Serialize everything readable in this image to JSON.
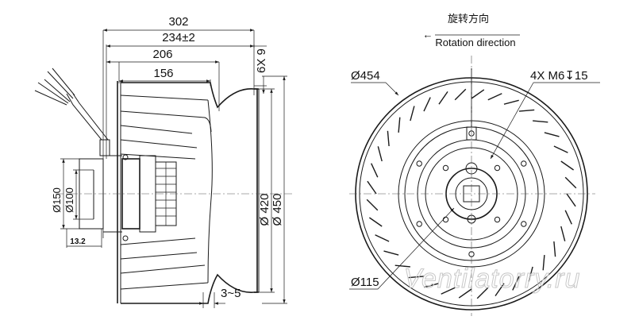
{
  "side_view": {
    "dimensions": {
      "overall_length": "302",
      "housing_length": "234±2",
      "impeller_length": "206",
      "motor_length": "156",
      "mount_holes": "6X 9",
      "diameter_420": "Ø 420",
      "diameter_450": "Ø 450",
      "diameter_150": "Ø150",
      "diameter_100": "Ø100",
      "flange_offset": "13.2",
      "gap": "3~5"
    }
  },
  "front_view": {
    "rotation_label_cn": "旋转方向",
    "rotation_label_en": "Rotation direction",
    "rotation_arrow": "←",
    "outer_diameter": "Ø454",
    "hub_diameter": "Ø115",
    "screw_spec": "4X M6↧15"
  },
  "watermark": "Ventilatorry.ru",
  "colors": {
    "line": "#1a1a1a",
    "watermark": "#c8c8c8",
    "background": "#ffffff"
  }
}
